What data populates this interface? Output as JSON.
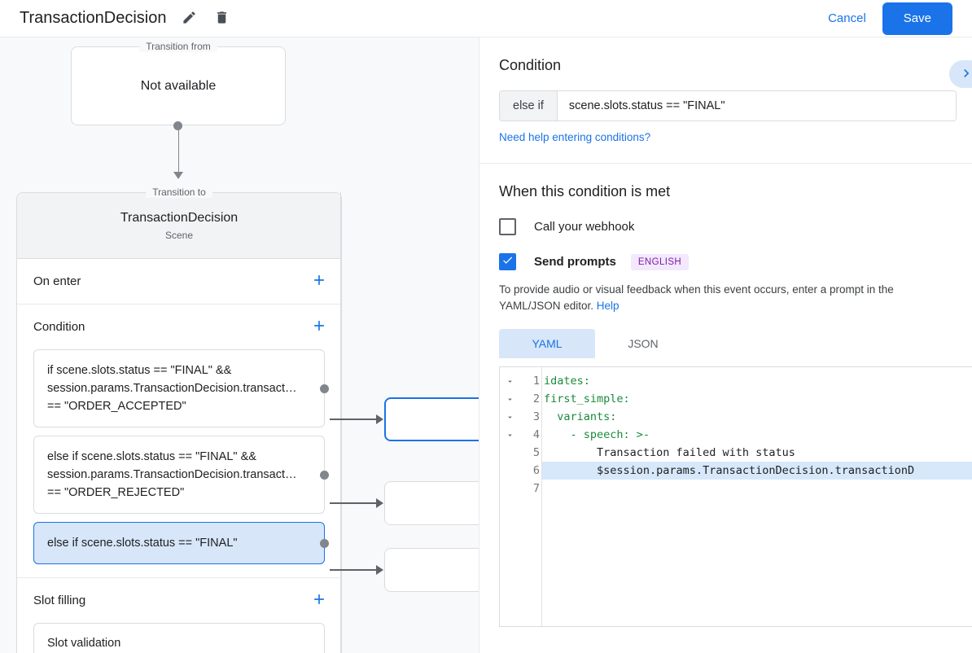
{
  "topbar": {
    "title": "TransactionDecision",
    "edit_icon": "pencil-icon",
    "delete_icon": "trash-icon",
    "cancel_label": "Cancel",
    "save_label": "Save",
    "accent_color": "#1a73e8"
  },
  "canvas": {
    "transition_from": {
      "legend": "Transition from",
      "value": "Not available"
    },
    "transition_to": {
      "legend": "Transition to",
      "title": "TransactionDecision",
      "subtitle": "Scene"
    },
    "sections": [
      {
        "title": "On enter",
        "add_icon": "plus-icon"
      },
      {
        "title": "Condition",
        "add_icon": "plus-icon"
      },
      {
        "title": "Slot filling",
        "add_icon": "plus-icon"
      }
    ],
    "conditions": [
      {
        "text": "if scene.slots.status == \"FINAL\" && session.params.TransactionDecision.transact… == \"ORDER_ACCEPTED\"",
        "selected": false
      },
      {
        "text": "else if scene.slots.status == \"FINAL\" && session.params.TransactionDecision.transact… == \"ORDER_REJECTED\"",
        "selected": false
      },
      {
        "text": "else if scene.slots.status == \"FINAL\"",
        "selected": true
      }
    ],
    "slot_filling": {
      "item": "Slot validation"
    }
  },
  "right_panel": {
    "title": "Condition",
    "collapse_icon": "chevron-right-icon",
    "condition_prefix": "else if",
    "condition_value": "scene.slots.status == \"FINAL\"",
    "help_conditions_link": "Need help entering conditions?",
    "when_met_heading": "When this condition is met",
    "webhook": {
      "label": "Call your webhook",
      "checked": false
    },
    "send_prompts": {
      "label": "Send prompts",
      "badge": "ENGLISH",
      "badge_color": "#7b1fa2",
      "checked": true
    },
    "helper_text": "To provide audio or visual feedback when this event occurs, enter a prompt in the YAML/JSON editor. ",
    "helper_link": "Help",
    "tabs": [
      {
        "label": "YAML",
        "active": true
      },
      {
        "label": "JSON",
        "active": false
      }
    ],
    "editor": {
      "lines": [
        {
          "num": "1",
          "text": "idates:",
          "fold": true,
          "highlight": false,
          "style": "key"
        },
        {
          "num": "2",
          "text": "first_simple:",
          "fold": true,
          "highlight": false,
          "style": "key"
        },
        {
          "num": "3",
          "text": "  variants:",
          "fold": true,
          "highlight": false,
          "style": "key"
        },
        {
          "num": "4",
          "text": "    - speech: >-",
          "fold": true,
          "highlight": false,
          "style": "key"
        },
        {
          "num": "5",
          "text": "        Transaction failed with status",
          "fold": false,
          "highlight": false,
          "style": "plain"
        },
        {
          "num": "6",
          "text": "        $session.params.TransactionDecision.transactionD",
          "fold": false,
          "highlight": true,
          "style": "plain"
        },
        {
          "num": "7",
          "text": "",
          "fold": false,
          "highlight": false,
          "style": "plain"
        }
      ]
    }
  }
}
